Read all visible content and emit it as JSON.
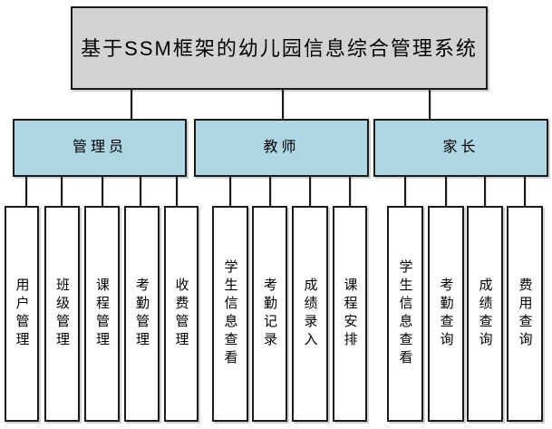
{
  "title": "基于SSM框架的幼儿园信息综合管理系统",
  "branches": [
    {
      "label": "管理员",
      "children": [
        "用户管理",
        "班级管理",
        "课程管理",
        "考勤管理",
        "收费管理"
      ]
    },
    {
      "label": "教师",
      "children": [
        "学生信息查看",
        "考勤记录",
        "成绩录入",
        "课程安排"
      ]
    },
    {
      "label": "家长",
      "children": [
        "学生信息查看",
        "考勤查询",
        "成绩查询",
        "费用查询"
      ]
    }
  ],
  "colors": {
    "root_fill": "#d3d3d3",
    "branch_fill": "#aed7e6",
    "leaf_fill": "#ffffff",
    "border": "#1a1a1a"
  }
}
